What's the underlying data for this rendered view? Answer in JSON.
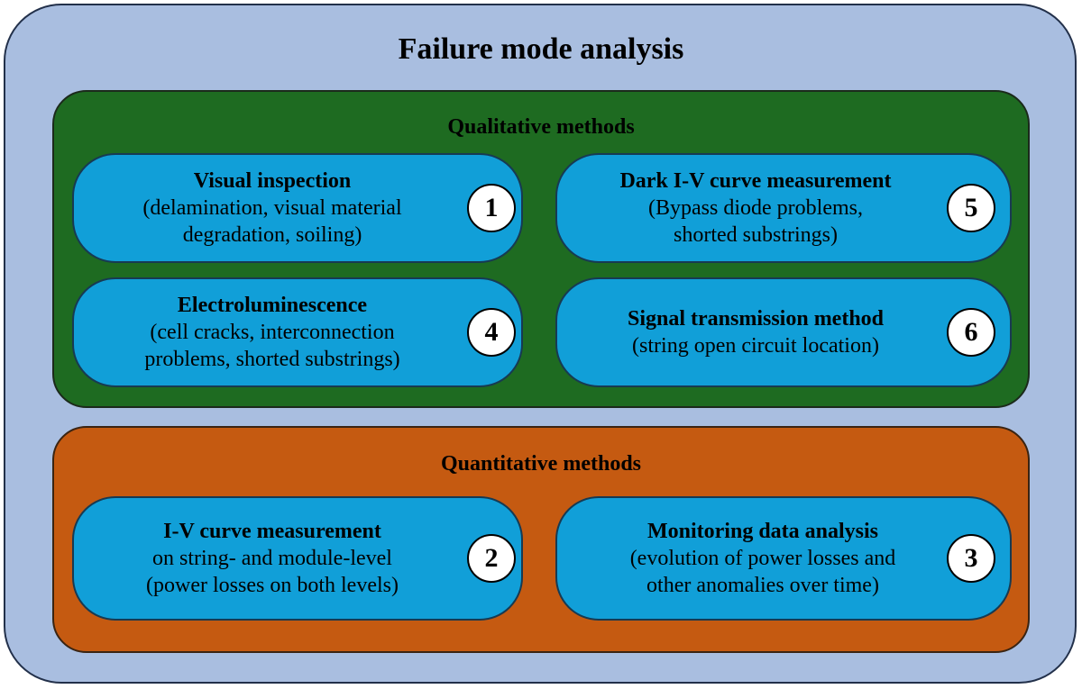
{
  "title": "Failure mode analysis",
  "qualitative": {
    "title": "Qualitative methods",
    "cards": [
      {
        "number": "1",
        "title": "Visual inspection",
        "line1": "(delamination, visual material",
        "line2": "degradation, soiling)"
      },
      {
        "number": "5",
        "title": "Dark I-V curve measurement",
        "line1": "(Bypass diode problems,",
        "line2": "shorted substrings)"
      },
      {
        "number": "4",
        "title": "Electroluminescence",
        "line1": "(cell cracks, interconnection",
        "line2": "problems, shorted substrings)"
      },
      {
        "number": "6",
        "title": "Signal transmission method",
        "line1": "(string open circuit location)",
        "line2": ""
      }
    ]
  },
  "quantitative": {
    "title": "Quantitative methods",
    "cards": [
      {
        "number": "2",
        "title": "I-V curve measurement",
        "line1": "on string- and module-level",
        "line2": "(power losses on both levels)"
      },
      {
        "number": "3",
        "title": "Monitoring data analysis",
        "line1": "(evolution of power losses and",
        "line2": "other anomalies over time)"
      }
    ]
  }
}
